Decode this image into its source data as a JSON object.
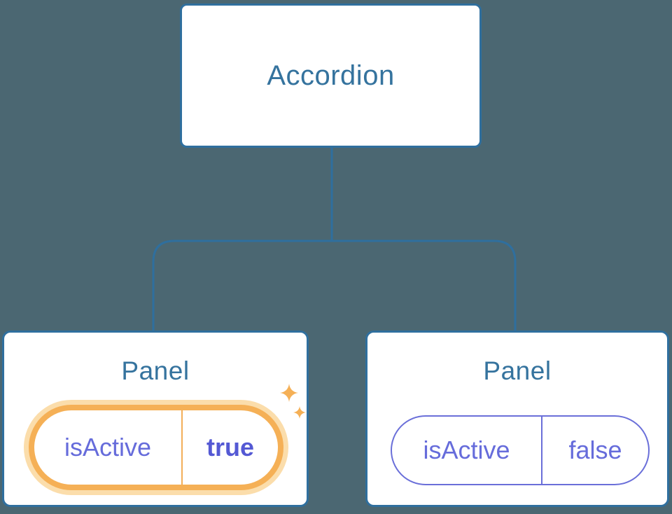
{
  "root_node": {
    "label": "Accordion"
  },
  "panels": [
    {
      "title": "Panel",
      "prop_label": "isActive",
      "prop_value": "true",
      "state": "active",
      "badge_icon": "sparkles-icon"
    },
    {
      "title": "Panel",
      "prop_label": "isActive",
      "prop_value": "false",
      "state": "inactive"
    }
  ],
  "colors": {
    "background": "#4B6772",
    "node_fill": "#FFFFFF",
    "node_border": "#2F6F9E",
    "node_text": "#35739E",
    "connector": "#2F6F9E",
    "prop_text": "#666CDB",
    "prop_value_active_text": "#5459D4",
    "pill_inactive_border": "#6A6FD9",
    "highlight_orange": "#F5B056",
    "highlight_halo": "#FBDDAB",
    "sparkle": "#F5B056"
  }
}
